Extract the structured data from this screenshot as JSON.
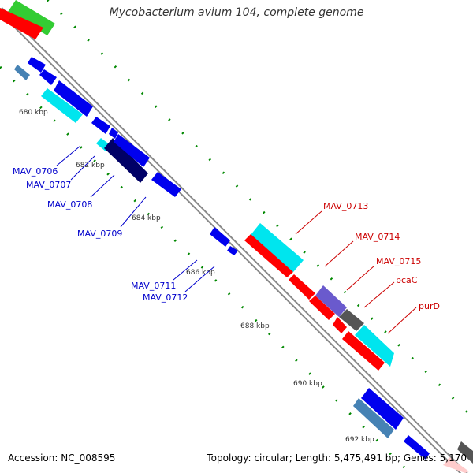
{
  "title": "Mycobacterium avium 104, complete genome",
  "accession": "Accession: NC_008595",
  "summary": "Topology: circular; Length: 5,475,491 bp; Genes: 5,170",
  "ticks": [
    {
      "label": "680 kbp"
    },
    {
      "label": "682 kbp"
    },
    {
      "label": "684 kbp"
    },
    {
      "label": "686 kbp"
    },
    {
      "label": "688 kbp"
    },
    {
      "label": "690 kbp"
    },
    {
      "label": "692 kbp"
    }
  ],
  "left_labels": [
    {
      "text": "MAV_0706",
      "color": "#0000cc"
    },
    {
      "text": "MAV_0707",
      "color": "#0000cc"
    },
    {
      "text": "MAV_0708",
      "color": "#0000cc"
    },
    {
      "text": "MAV_0709",
      "color": "#0000cc"
    },
    {
      "text": "MAV_0711",
      "color": "#0000cc"
    },
    {
      "text": "MAV_0712",
      "color": "#0000cc"
    }
  ],
  "right_labels": [
    {
      "text": "MAV_0713",
      "color": "#cc0000"
    },
    {
      "text": "MAV_0714",
      "color": "#cc0000"
    },
    {
      "text": "MAV_0715",
      "color": "#cc0000"
    },
    {
      "text": "pcaC",
      "color": "#cc0000"
    },
    {
      "text": "purD",
      "color": "#cc0000"
    }
  ],
  "colors": {
    "forward_cds": "#ff0000",
    "reverse_cds": "#0000ee",
    "rna": "#00eeee",
    "dark": "#000066",
    "other": "#4682b4",
    "backbone": "#888888",
    "gc_dots": "#008800"
  }
}
